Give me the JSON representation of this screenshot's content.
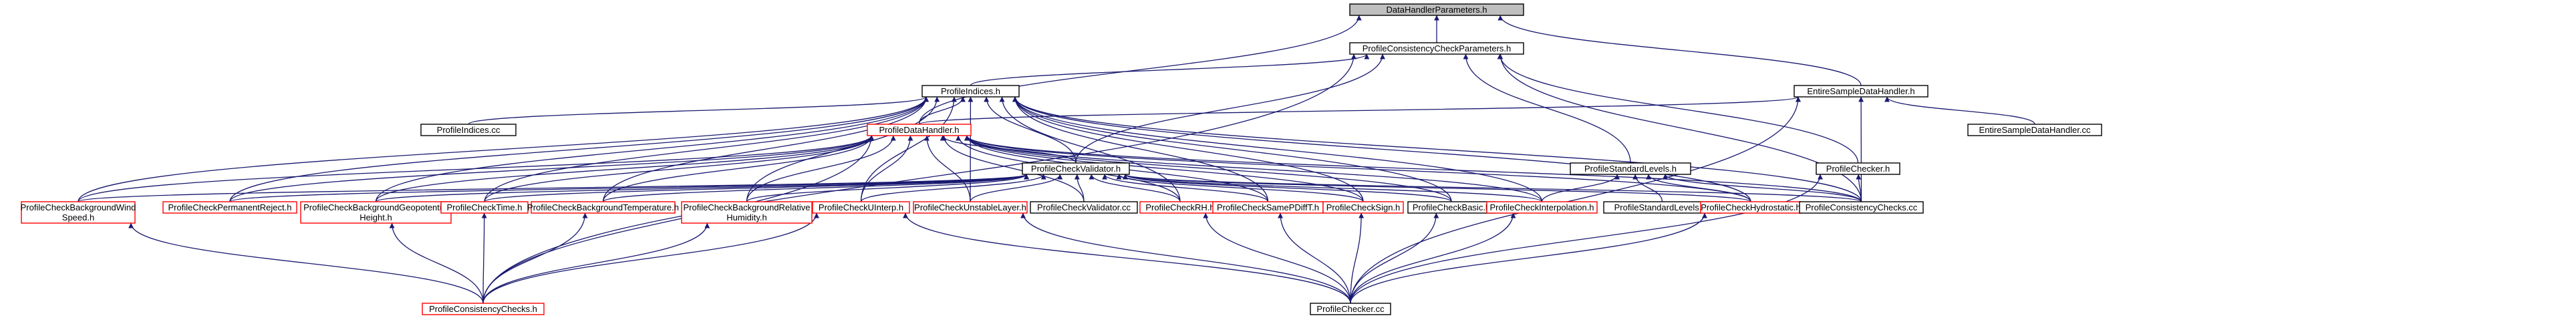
{
  "colors": {
    "edge": "#191970",
    "root_fill": "#bfbfbf",
    "node_border_black": "#000000",
    "node_border_red": "#ff0000",
    "node_fill": "#ffffff"
  },
  "nodes": [
    {
      "id": "dhp",
      "label": "DataHandlerParameters.h",
      "border": "black",
      "root": true
    },
    {
      "id": "pccp",
      "label": "ProfileConsistencyCheckParameters.h",
      "border": "black"
    },
    {
      "id": "esdh",
      "label": "EntireSampleDataHandler.h",
      "border": "black"
    },
    {
      "id": "esdhc",
      "label": "EntireSampleDataHandler.cc",
      "border": "black"
    },
    {
      "id": "pi",
      "label": "ProfileIndices.h",
      "border": "black"
    },
    {
      "id": "picc",
      "label": "ProfileIndices.cc",
      "border": "black"
    },
    {
      "id": "pdh",
      "label": "ProfileDataHandler.h",
      "border": "red"
    },
    {
      "id": "pcv",
      "label": "ProfileCheckValidator.h",
      "border": "black"
    },
    {
      "id": "psl",
      "label": "ProfileStandardLevels.h",
      "border": "black"
    },
    {
      "id": "pch",
      "label": "ProfileChecker.h",
      "border": "black"
    },
    {
      "id": "bgws",
      "label": [
        "ProfileCheckBackgroundWind",
        "Speed.h"
      ],
      "border": "red"
    },
    {
      "id": "perm",
      "label": "ProfileCheckPermanentReject.h",
      "border": "red"
    },
    {
      "id": "bggh",
      "label": [
        "ProfileCheckBackgroundGeopotential",
        "Height.h"
      ],
      "border": "red"
    },
    {
      "id": "time",
      "label": "ProfileCheckTime.h",
      "border": "red"
    },
    {
      "id": "bgt",
      "label": "ProfileCheckBackgroundTemperature.h",
      "border": "red"
    },
    {
      "id": "bgrh",
      "label": [
        "ProfileCheckBackgroundRelative",
        "Humidity.h"
      ],
      "border": "red"
    },
    {
      "id": "uint",
      "label": "ProfileCheckUInterp.h",
      "border": "red"
    },
    {
      "id": "unst",
      "label": "ProfileCheckUnstableLayer.h",
      "border": "red"
    },
    {
      "id": "pcvcc",
      "label": "ProfileCheckValidator.cc",
      "border": "black"
    },
    {
      "id": "rh",
      "label": "ProfileCheckRH.h",
      "border": "red"
    },
    {
      "id": "spdft",
      "label": "ProfileCheckSamePDiffT.h",
      "border": "red"
    },
    {
      "id": "sign",
      "label": "ProfileCheckSign.h",
      "border": "red"
    },
    {
      "id": "basic",
      "label": "ProfileCheckBasic.h",
      "border": "black"
    },
    {
      "id": "interp",
      "label": "ProfileCheckInterpolation.h",
      "border": "red"
    },
    {
      "id": "pslcc",
      "label": "ProfileStandardLevels.cc",
      "border": "black"
    },
    {
      "id": "hydro",
      "label": "ProfileCheckHydrostatic.h",
      "border": "red"
    },
    {
      "id": "pcccc",
      "label": "ProfileConsistencyChecks.cc",
      "border": "black"
    },
    {
      "id": "pcch",
      "label": "ProfileConsistencyChecks.h",
      "border": "red"
    },
    {
      "id": "pchcc",
      "label": "ProfileChecker.cc",
      "border": "black"
    }
  ],
  "edges": [
    [
      "pccp",
      "dhp"
    ],
    [
      "esdh",
      "dhp"
    ],
    [
      "pdh",
      "dhp"
    ],
    [
      "pi",
      "pccp"
    ],
    [
      "pcch",
      "pccp"
    ],
    [
      "pcv",
      "pccp"
    ],
    [
      "psl",
      "pccp"
    ],
    [
      "pch",
      "pccp"
    ],
    [
      "pcccc",
      "pccp"
    ],
    [
      "pdh",
      "esdh"
    ],
    [
      "esdhc",
      "esdh"
    ],
    [
      "pcccc",
      "esdh"
    ],
    [
      "pchcc",
      "esdh"
    ],
    [
      "picc",
      "pi"
    ],
    [
      "pdh",
      "pi"
    ],
    [
      "bgws",
      "pi"
    ],
    [
      "perm",
      "pi"
    ],
    [
      "bggh",
      "pi"
    ],
    [
      "time",
      "pi"
    ],
    [
      "bgt",
      "pi"
    ],
    [
      "bgrh",
      "pi"
    ],
    [
      "uint",
      "pi"
    ],
    [
      "unst",
      "pi"
    ],
    [
      "rh",
      "pi"
    ],
    [
      "spdft",
      "pi"
    ],
    [
      "sign",
      "pi"
    ],
    [
      "basic",
      "pi"
    ],
    [
      "interp",
      "pi"
    ],
    [
      "hydro",
      "pi"
    ],
    [
      "pcccc",
      "pi"
    ],
    [
      "pcv",
      "pi"
    ],
    [
      "pcv",
      "pdh"
    ],
    [
      "bgws",
      "pdh"
    ],
    [
      "perm",
      "pdh"
    ],
    [
      "bggh",
      "pdh"
    ],
    [
      "time",
      "pdh"
    ],
    [
      "bgt",
      "pdh"
    ],
    [
      "bgrh",
      "pdh"
    ],
    [
      "uint",
      "pdh"
    ],
    [
      "unst",
      "pdh"
    ],
    [
      "pcvcc",
      "pdh"
    ],
    [
      "rh",
      "pdh"
    ],
    [
      "spdft",
      "pdh"
    ],
    [
      "sign",
      "pdh"
    ],
    [
      "basic",
      "pdh"
    ],
    [
      "interp",
      "pdh"
    ],
    [
      "hydro",
      "pdh"
    ],
    [
      "pcccc",
      "pdh"
    ],
    [
      "pcch",
      "pdh"
    ],
    [
      "bgws",
      "pcv"
    ],
    [
      "perm",
      "pcv"
    ],
    [
      "bggh",
      "pcv"
    ],
    [
      "time",
      "pcv"
    ],
    [
      "bgt",
      "pcv"
    ],
    [
      "bgrh",
      "pcv"
    ],
    [
      "uint",
      "pcv"
    ],
    [
      "unst",
      "pcv"
    ],
    [
      "pcvcc",
      "pcv"
    ],
    [
      "rh",
      "pcv"
    ],
    [
      "spdft",
      "pcv"
    ],
    [
      "sign",
      "pcv"
    ],
    [
      "basic",
      "pcv"
    ],
    [
      "interp",
      "pcv"
    ],
    [
      "hydro",
      "pcv"
    ],
    [
      "pcccc",
      "pcv"
    ],
    [
      "interp",
      "psl"
    ],
    [
      "pslcc",
      "psl"
    ],
    [
      "hydro",
      "psl"
    ],
    [
      "pcccc",
      "psl"
    ],
    [
      "pcccc",
      "pch"
    ],
    [
      "pchcc",
      "pch"
    ],
    [
      "pcch",
      "bgws"
    ],
    [
      "pcch",
      "bggh"
    ],
    [
      "pcch",
      "time"
    ],
    [
      "pcch",
      "bgt"
    ],
    [
      "pcch",
      "bgrh"
    ],
    [
      "pcch",
      "uint"
    ],
    [
      "pchcc",
      "uint"
    ],
    [
      "pchcc",
      "unst"
    ],
    [
      "pchcc",
      "rh"
    ],
    [
      "pchcc",
      "spdft"
    ],
    [
      "pchcc",
      "sign"
    ],
    [
      "pchcc",
      "basic"
    ],
    [
      "pchcc",
      "interp"
    ],
    [
      "pchcc",
      "hydro"
    ]
  ]
}
